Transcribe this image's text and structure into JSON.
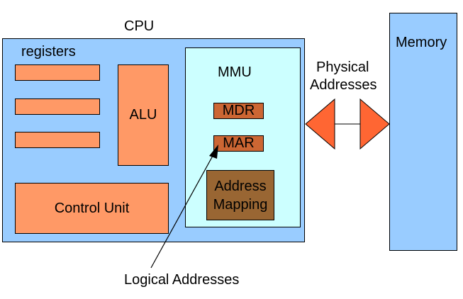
{
  "cpu": {
    "label": "CPU",
    "registers_label": "registers",
    "register_count": 3
  },
  "alu": {
    "label": "ALU"
  },
  "control_unit": {
    "label": "Control Unit"
  },
  "mmu": {
    "label": "MMU",
    "mdr_label": "MDR",
    "mar_label": "MAR",
    "mapping_line1": "Address",
    "mapping_line2": "Mapping"
  },
  "memory": {
    "label": "Memory"
  },
  "bus": {
    "label_line1": "Physical",
    "label_line2": "Addresses"
  },
  "logical": {
    "label": "Logical Addresses"
  },
  "colors": {
    "cpu_fill": "#99ccff",
    "component_fill": "#ff9966",
    "mmu_fill": "#ccffff",
    "register_fill": "#cc6633",
    "mapping_fill": "#996633",
    "arrow_fill": "#ff6633"
  }
}
